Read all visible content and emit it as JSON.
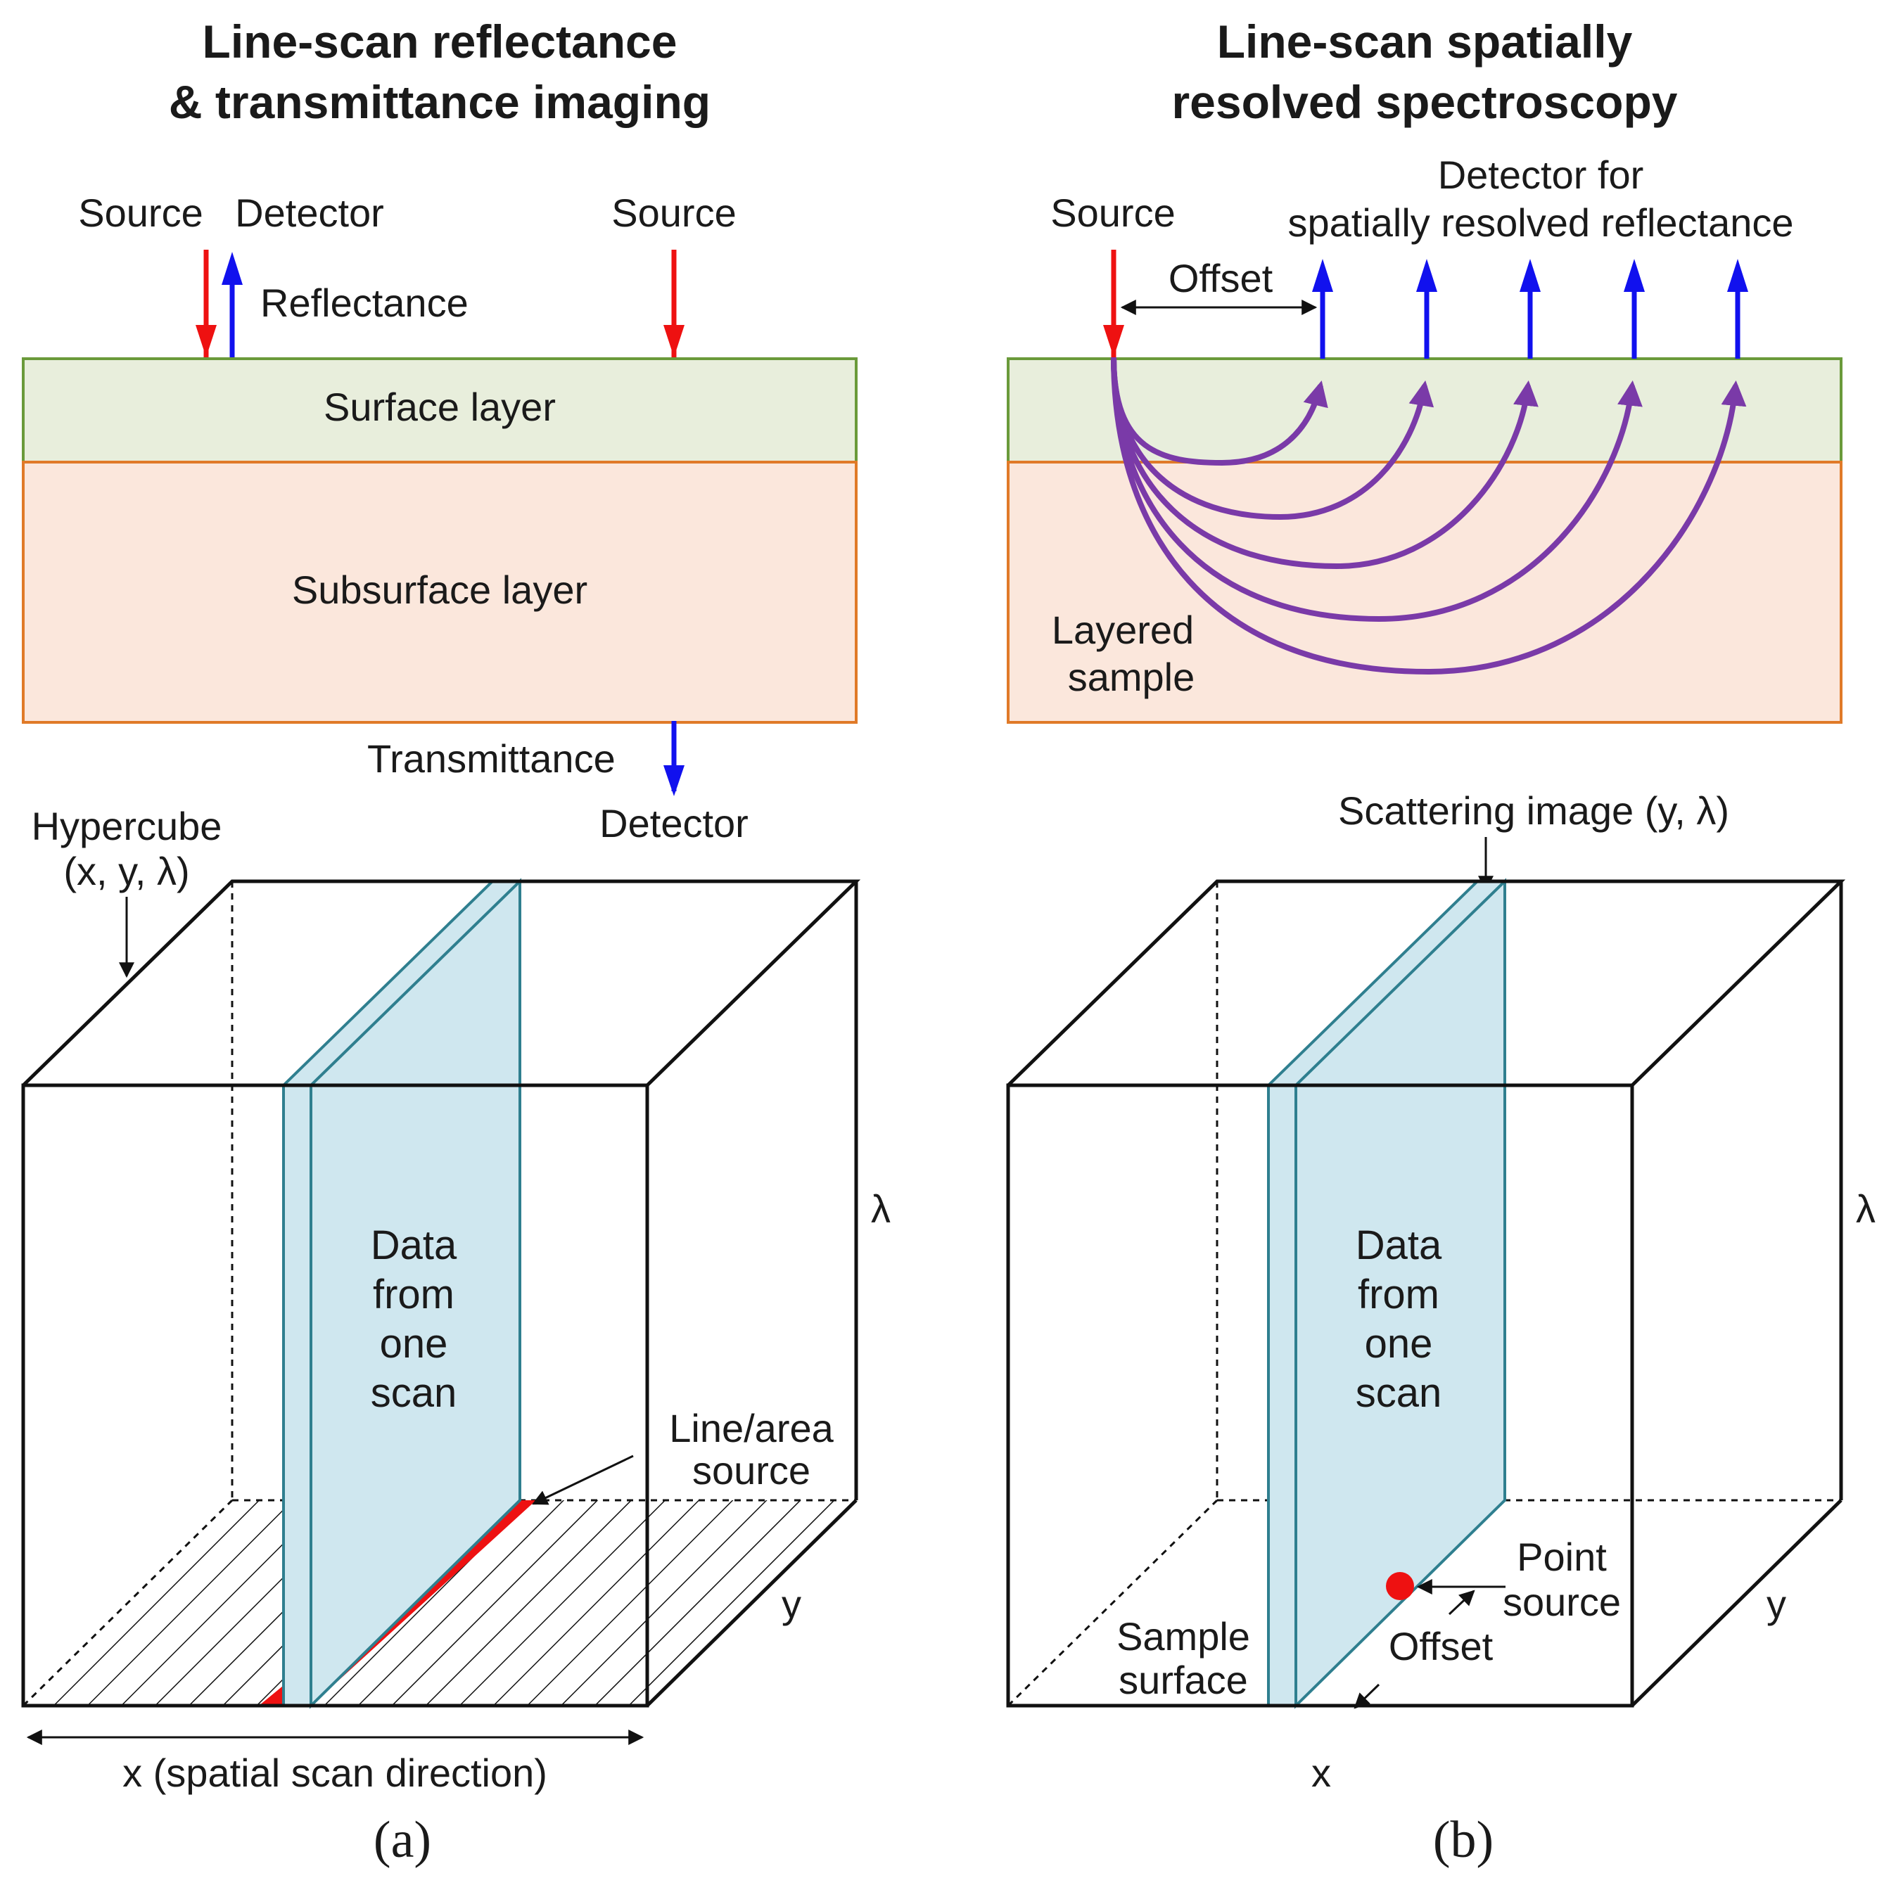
{
  "panel_a": {
    "title_line1": "Line-scan reflectance",
    "title_line2": "& transmittance imaging",
    "source_left": "Source",
    "detector_top": "Detector",
    "source_right": "Source",
    "reflectance": "Reflectance",
    "surface_layer": "Surface layer",
    "subsurface_layer": "Subsurface layer",
    "transmittance": "Transmittance",
    "detector_bottom": "Detector",
    "hypercube_line1": "Hypercube",
    "hypercube_line2": "(x, y, λ)",
    "data_line1": "Data",
    "data_line2": "from",
    "data_line3": "one",
    "data_line4": "scan",
    "line_source_line1": "Line/area",
    "line_source_line2": "source",
    "axis_lambda": "λ",
    "axis_y": "y",
    "axis_x": "x (spatial scan direction)",
    "panel_label": "(a)"
  },
  "panel_b": {
    "title_line1": "Line-scan spatially",
    "title_line2": "resolved spectroscopy",
    "source": "Source",
    "detector_line1": "Detector for",
    "detector_line2": "spatially resolved reflectance",
    "offset_top": "Offset",
    "layered_line1": "Layered",
    "layered_line2": "sample",
    "scattering_image": "Scattering image (y, λ)",
    "data_line1": "Data",
    "data_line2": "from",
    "data_line3": "one",
    "data_line4": "scan",
    "point_source_line1": "Point",
    "point_source_line2": "source",
    "offset_bottom": "Offset",
    "sample_surface_line1": "Sample",
    "sample_surface_line2": "surface",
    "axis_lambda": "λ",
    "axis_y": "y",
    "axis_x": "x",
    "panel_label": "(b)"
  },
  "colors": {
    "source_arrow": "#ee1111",
    "detector_arrow": "#1111ee",
    "surface_fill": "#e8eedc",
    "surface_stroke": "#6a9a3a",
    "subsurface_fill": "#fbe7dc",
    "subsurface_stroke": "#e07a28",
    "scan_fill": "#cfe7ef",
    "scan_stroke": "#2f7f8f",
    "light_path": "#7a3aa8",
    "line_source": "#ee1111"
  }
}
